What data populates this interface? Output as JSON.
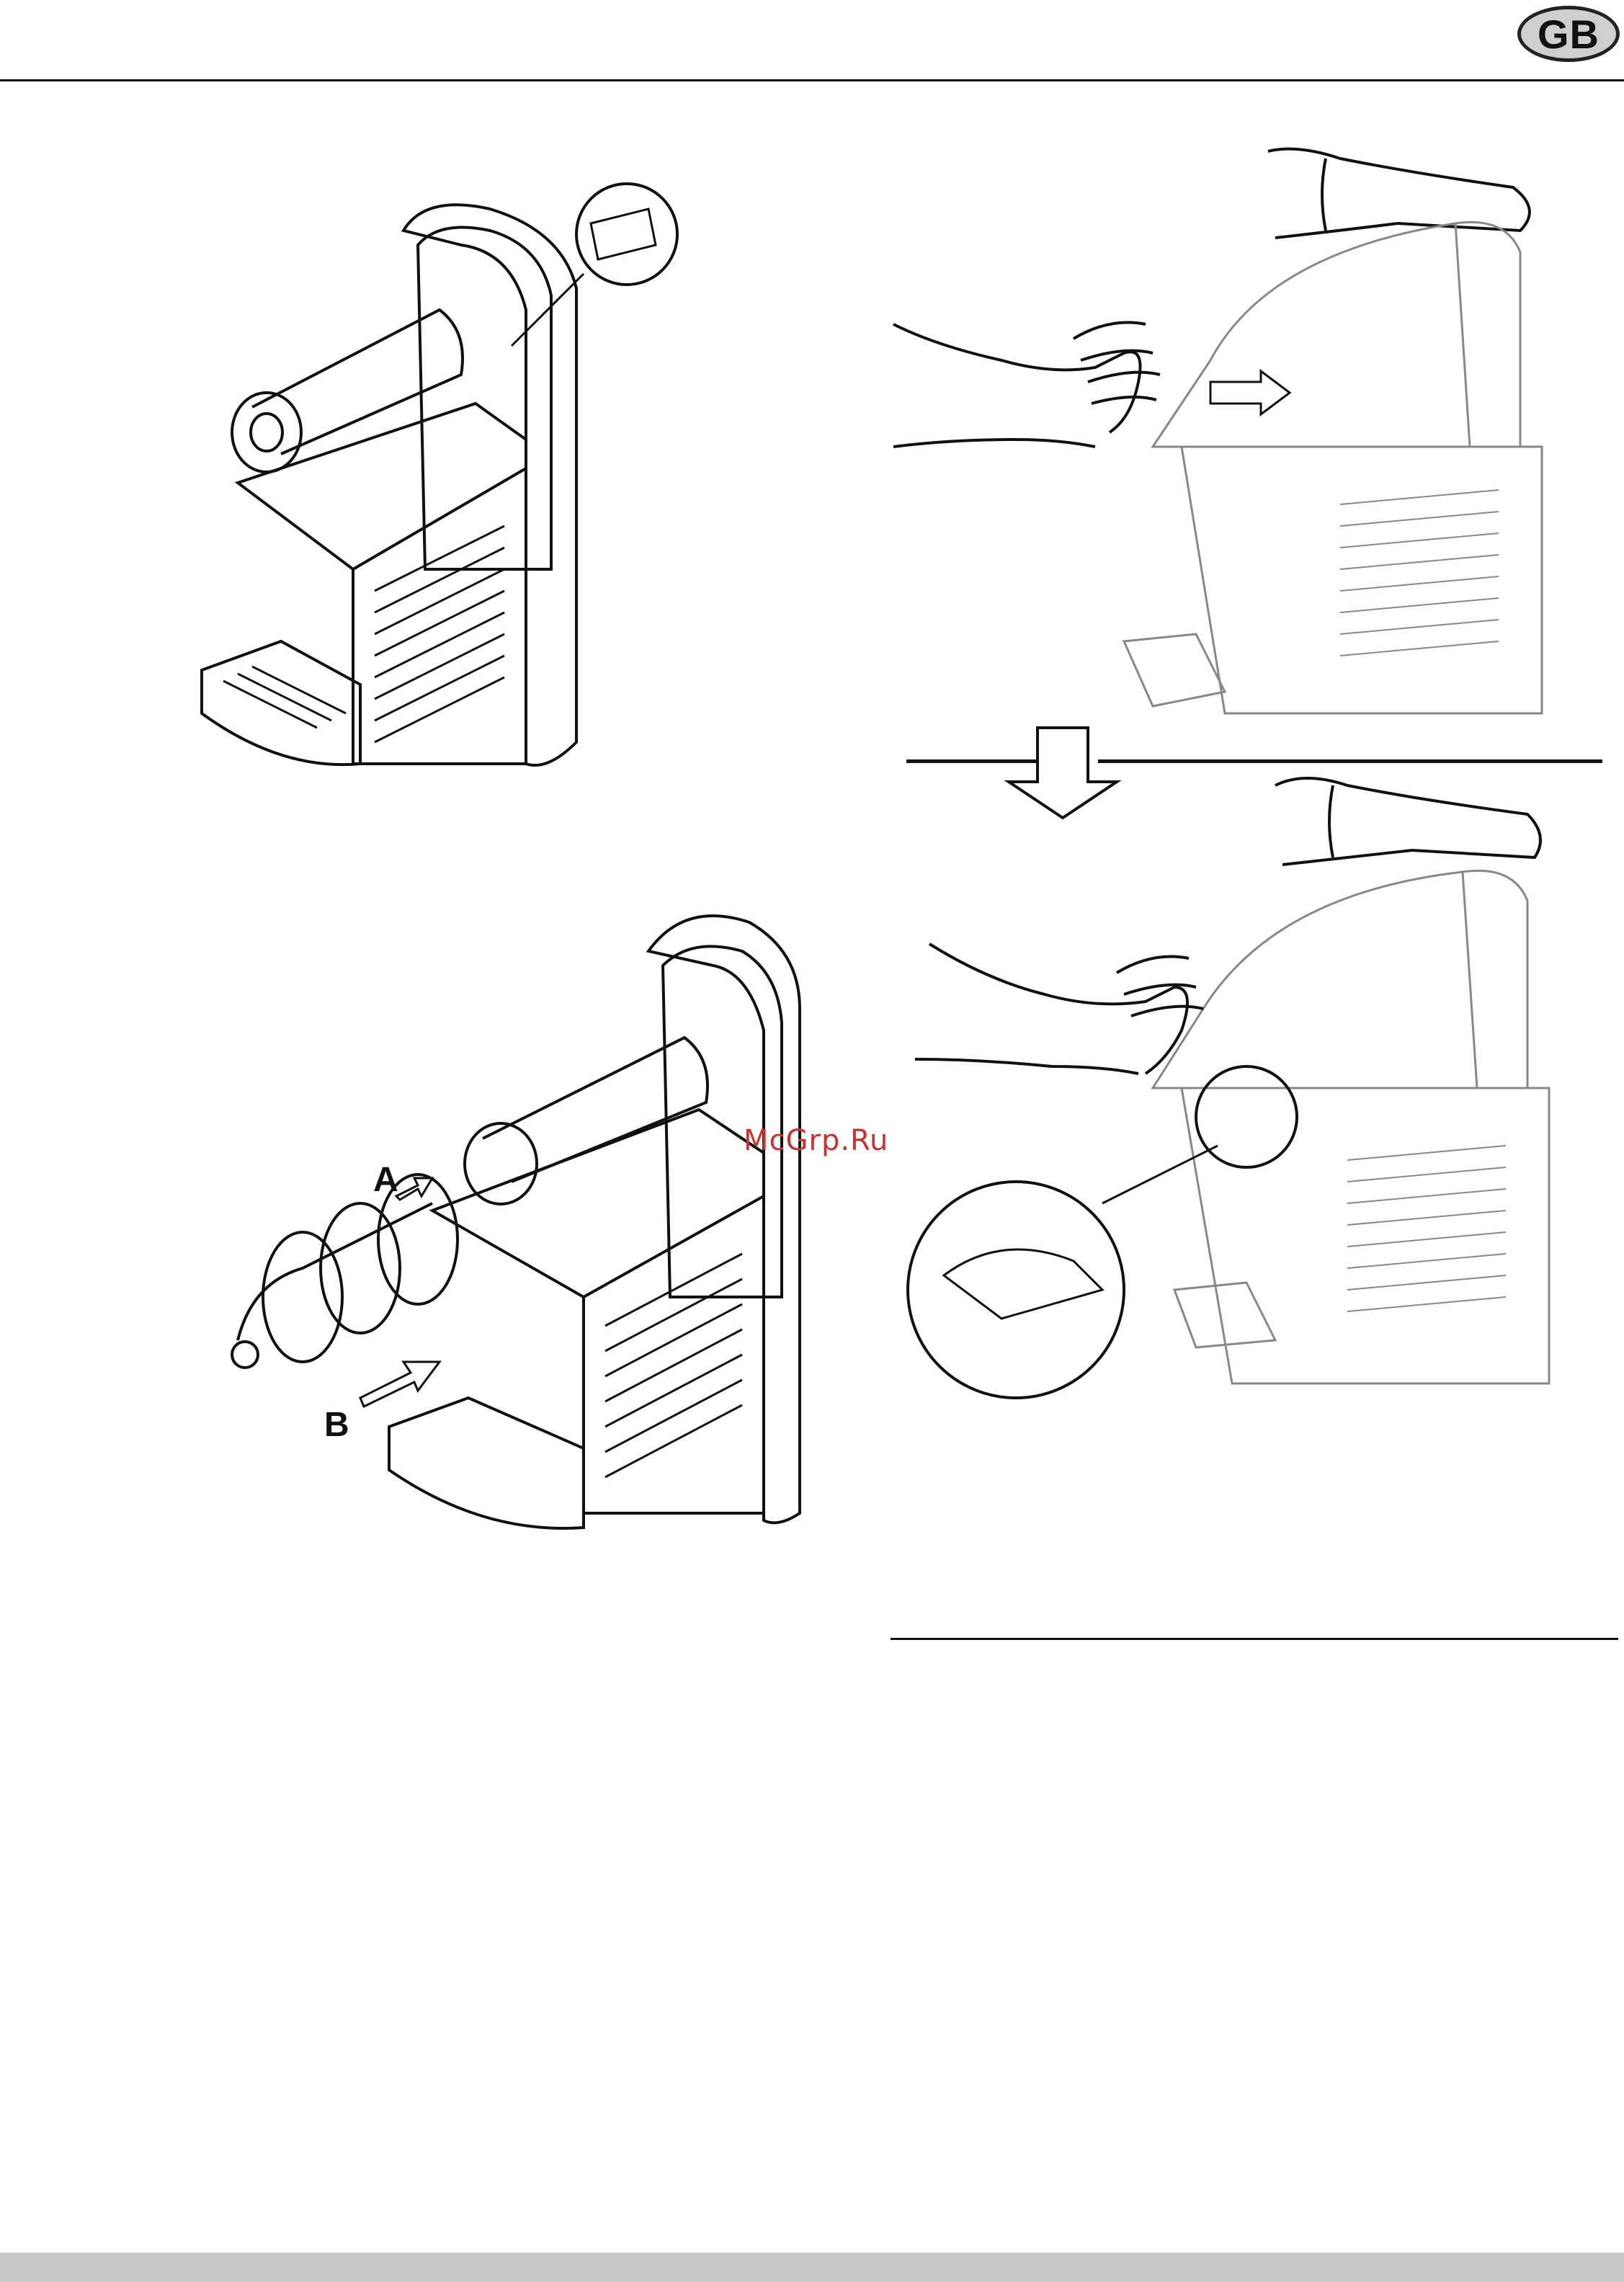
{
  "header": {
    "language_badge": "GB"
  },
  "figure_labels": {
    "a": "A",
    "b": "B"
  },
  "watermark": "McGrp.Ru",
  "colors": {
    "ink": "#111111",
    "badge_fill": "#cfcfcf",
    "footer_bar": "#c8c8c8",
    "watermark": "#c83232"
  }
}
